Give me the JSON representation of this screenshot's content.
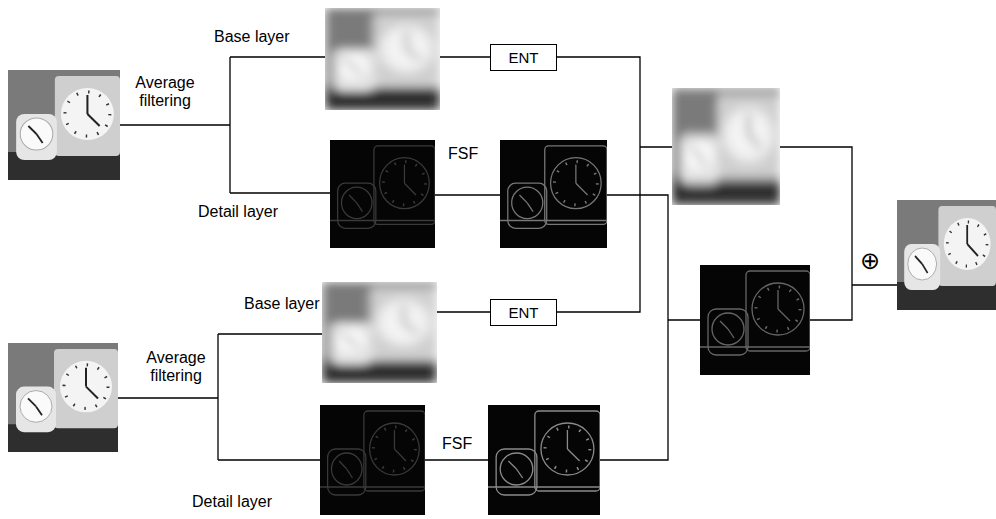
{
  "diagram": {
    "nodes": [
      {
        "text": [
          "ENT"
        ]
      },
      {
        "text": [
          "ENT"
        ]
      }
    ],
    "labels": [
      "Base layer",
      "Average filtering",
      "Detail layer",
      "FSF",
      "Base layer",
      "Average filtering",
      "Detail layer",
      "FSF",
      "⊕"
    ]
  }
}
